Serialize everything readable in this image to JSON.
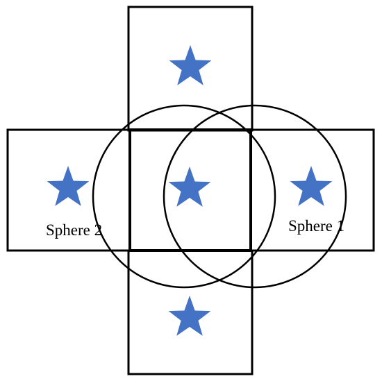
{
  "diagram": {
    "colors": {
      "star": "#4472c4",
      "stroke": "#000000",
      "background": "#ffffff"
    },
    "boxes": [
      {
        "name": "top"
      },
      {
        "name": "left"
      },
      {
        "name": "center"
      },
      {
        "name": "right"
      },
      {
        "name": "bottom"
      }
    ],
    "stars": [
      {
        "box": "top",
        "icon": "star-icon"
      },
      {
        "box": "left",
        "icon": "star-icon"
      },
      {
        "box": "center",
        "icon": "star-icon"
      },
      {
        "box": "right",
        "icon": "star-icon"
      },
      {
        "box": "bottom",
        "icon": "star-icon"
      }
    ],
    "spheres": [
      {
        "label": "Sphere 1"
      },
      {
        "label": "Sphere 2"
      }
    ]
  }
}
